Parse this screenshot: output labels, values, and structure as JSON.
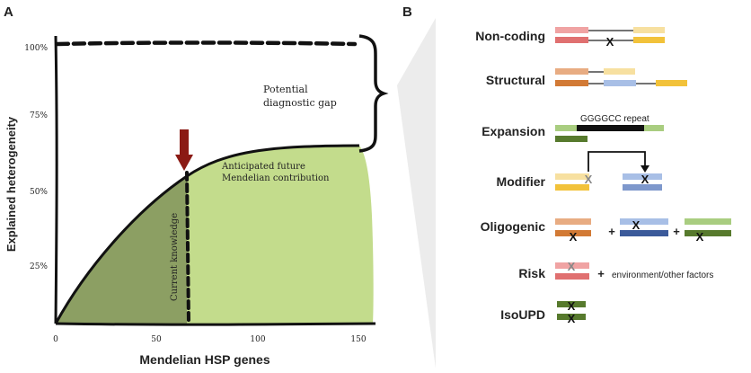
{
  "panel_a": {
    "label": "A",
    "y_axis_title": "Explained heterogeneity",
    "x_axis_title": "Mendelian HSP genes",
    "y_ticks": [
      "25%",
      "50%",
      "75%",
      "100%"
    ],
    "x_ticks": [
      "0",
      "50",
      "100",
      "150"
    ],
    "gap_label_line1": "Potential",
    "gap_label_line2": "diagnostic gap",
    "future_label_line1": "Anticipated future",
    "future_label_line2": "Mendelian contribution",
    "current_label": "Current knowledge"
  },
  "panel_b": {
    "label": "B",
    "expansion_repeat_label": "GGGGCC repeat",
    "risk_extra_label": "environment/other factors",
    "plus_symbol": "+",
    "mutation_mark": "X",
    "categories": [
      "Non-coding",
      "Structural",
      "Expansion",
      "Modifier",
      "Oligogenic",
      "Risk",
      "IsoUPD"
    ]
  },
  "colors": {
    "known_area": "#8c9f63",
    "future_area": "#c3dc8c",
    "arrow": "#8b1a14",
    "pink": "#f0a3a3",
    "red": "#e07070",
    "light_yellow": "#f7e0a0",
    "yellow": "#f2c23a",
    "peach": "#e8ac82",
    "orange": "#d27a35",
    "light_blue": "#a8bfe6",
    "blue": "#7e98cc",
    "dark_blue": "#3b5a9a",
    "light_green": "#a9cd80",
    "dark_green": "#577a2d"
  }
}
